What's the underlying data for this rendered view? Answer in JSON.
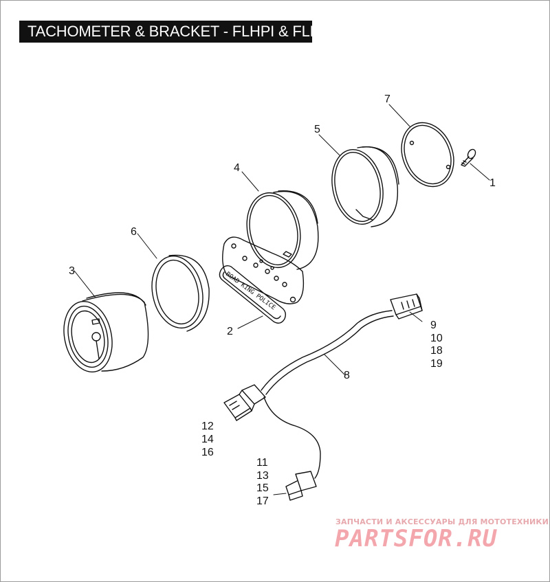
{
  "title": "TACHOMETER & BRACKET - FLHPI & FLHPE",
  "callouts": {
    "c1": "1",
    "c2": "2",
    "c3": "3",
    "c4": "4",
    "c5": "5",
    "c6": "6",
    "c7": "7",
    "c8": "8",
    "c9": "9",
    "c10": "10",
    "c18": "18",
    "c19": "19",
    "c12": "12",
    "c14": "14",
    "c16": "16",
    "c11": "11",
    "c13": "13",
    "c15": "15",
    "c17": "17"
  },
  "plate_text": "ROAD KING POLICE",
  "watermark": {
    "tagline": "ЗАПЧАСТИ И АКСЕССУАРЫ ДЛЯ МОТОТЕХНИКИ",
    "logo": "PARTSFOR.RU",
    "color": "#f4a6ad"
  },
  "colors": {
    "line": "#111111",
    "background": "#ffffff",
    "title_bg": "#111111"
  }
}
